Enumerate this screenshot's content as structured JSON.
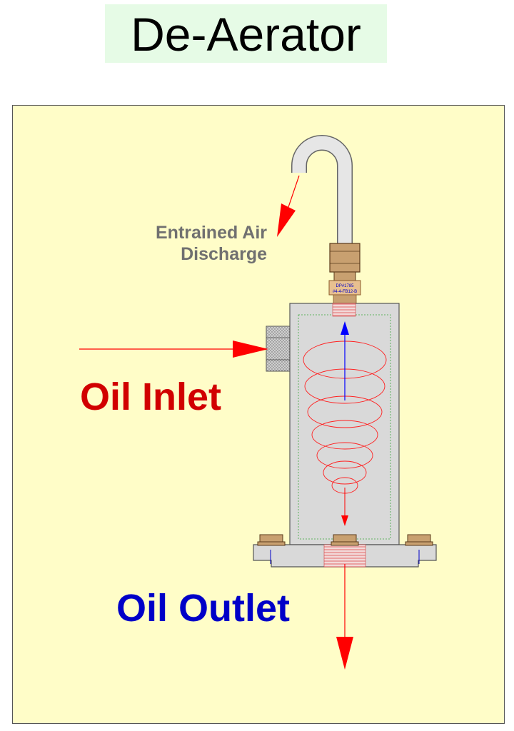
{
  "title": "De-Aerator",
  "labels": {
    "air_line1": "Entrained Air",
    "air_line2": "Discharge",
    "oil_inlet": "Oil Inlet",
    "oil_outlet": "Oil Outlet",
    "fitting_line1": "DP#1785",
    "fitting_line2": "#4-4-FB12-B"
  },
  "colors": {
    "inlet_text": "#d10000",
    "outlet_text": "#0000c8",
    "air_text": "#707070",
    "arrow_red": "#ff0000",
    "flow_blue": "#0000ff",
    "body_gray": "#d9d9d9",
    "brass": "#c8a070",
    "panel_bg": "#fffdc8",
    "title_bg": "#e6fbe6"
  }
}
